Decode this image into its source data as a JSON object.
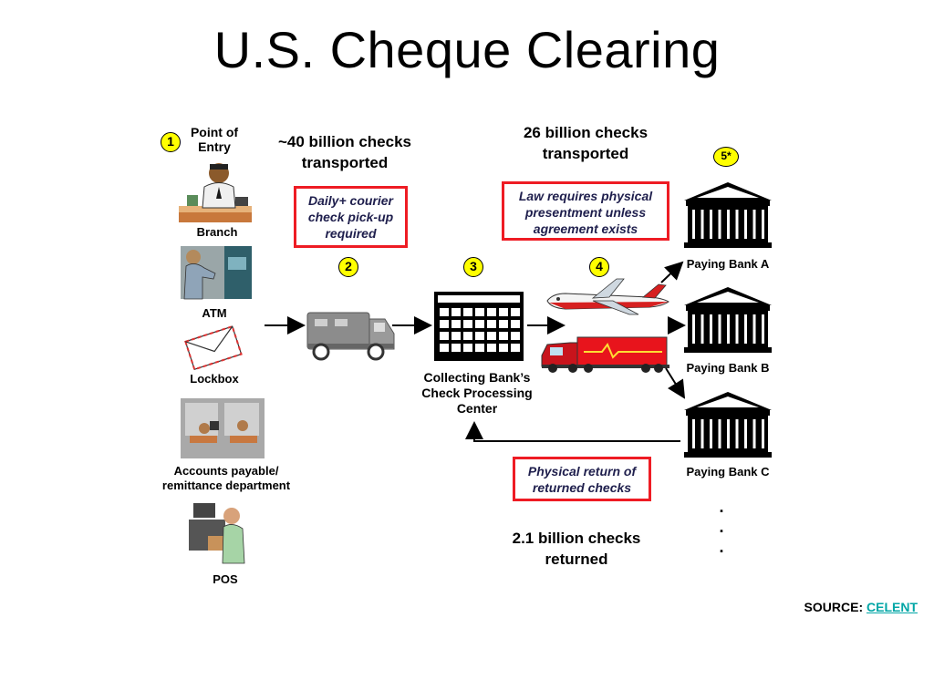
{
  "title": "U.S. Cheque Clearing",
  "entry": {
    "step": "1",
    "header": "Point of Entry",
    "channels": [
      {
        "label": "Branch"
      },
      {
        "label": "ATM"
      },
      {
        "label": "Lockbox"
      },
      {
        "label": "Accounts payable/ remittance department"
      },
      {
        "label": "POS"
      }
    ]
  },
  "stats": {
    "transported_40": "~40 billion checks transported",
    "transported_26": "26 billion checks transported",
    "returned": "2.1 billion checks returned"
  },
  "notes": {
    "courier": "Daily+ courier check pick-up required",
    "law": "Law requires physical presentment unless agreement exists",
    "return": "Physical return of returned checks"
  },
  "steps": {
    "courier": "2",
    "center": "3",
    "transport": "4",
    "banks": "5*"
  },
  "center_label": "Collecting Bank’s Check Processing Center",
  "banks": [
    {
      "label": "Paying Bank A"
    },
    {
      "label": "Paying Bank B"
    },
    {
      "label": "Paying Bank C"
    }
  ],
  "ellipsis": [
    ".",
    ".",
    "."
  ],
  "source": {
    "prefix": "SOURCE:",
    "link": "CELENT"
  },
  "colors": {
    "step_badge": "#ffff00",
    "note_border": "#ee1c24",
    "link": "#00a6a6",
    "truck_red": "#e8141c"
  },
  "icons": [
    "person-at-counter-icon",
    "atm-user-icon",
    "envelope-icon",
    "office-cubicles-icon",
    "cashier-icon",
    "armored-truck-icon",
    "processing-grid-icon",
    "airplane-icon",
    "semi-truck-icon",
    "bank-building-icon"
  ]
}
